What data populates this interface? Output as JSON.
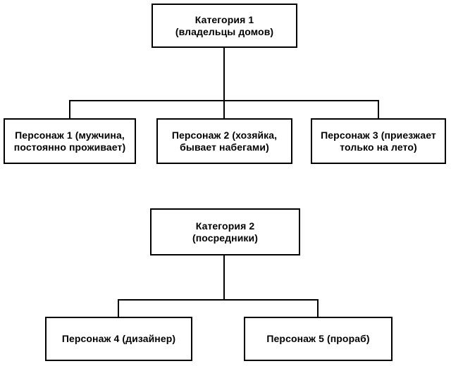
{
  "tree1": {
    "root": {
      "line1": "Категория 1",
      "line2": "(владельцы домов)"
    },
    "children": [
      {
        "line1": "Персонаж 1 (мужчина,",
        "line2": "постоянно проживает)"
      },
      {
        "line1": "Персонаж 2 (хозяйка,",
        "line2": "бывает набегами)"
      },
      {
        "line1": "Персонаж 3 (приезжает",
        "line2": "только на лето)"
      }
    ]
  },
  "tree2": {
    "root": {
      "line1": "Категория 2",
      "line2": "(посредники)"
    },
    "children": [
      {
        "line1": "Персонаж 4 (дизайнер)"
      },
      {
        "line1": "Персонаж 5 (прораб)"
      }
    ]
  },
  "colors": {
    "background": "#ffffff",
    "box_border": "#000000",
    "connector_line": "#000000",
    "text": "#000000"
  }
}
